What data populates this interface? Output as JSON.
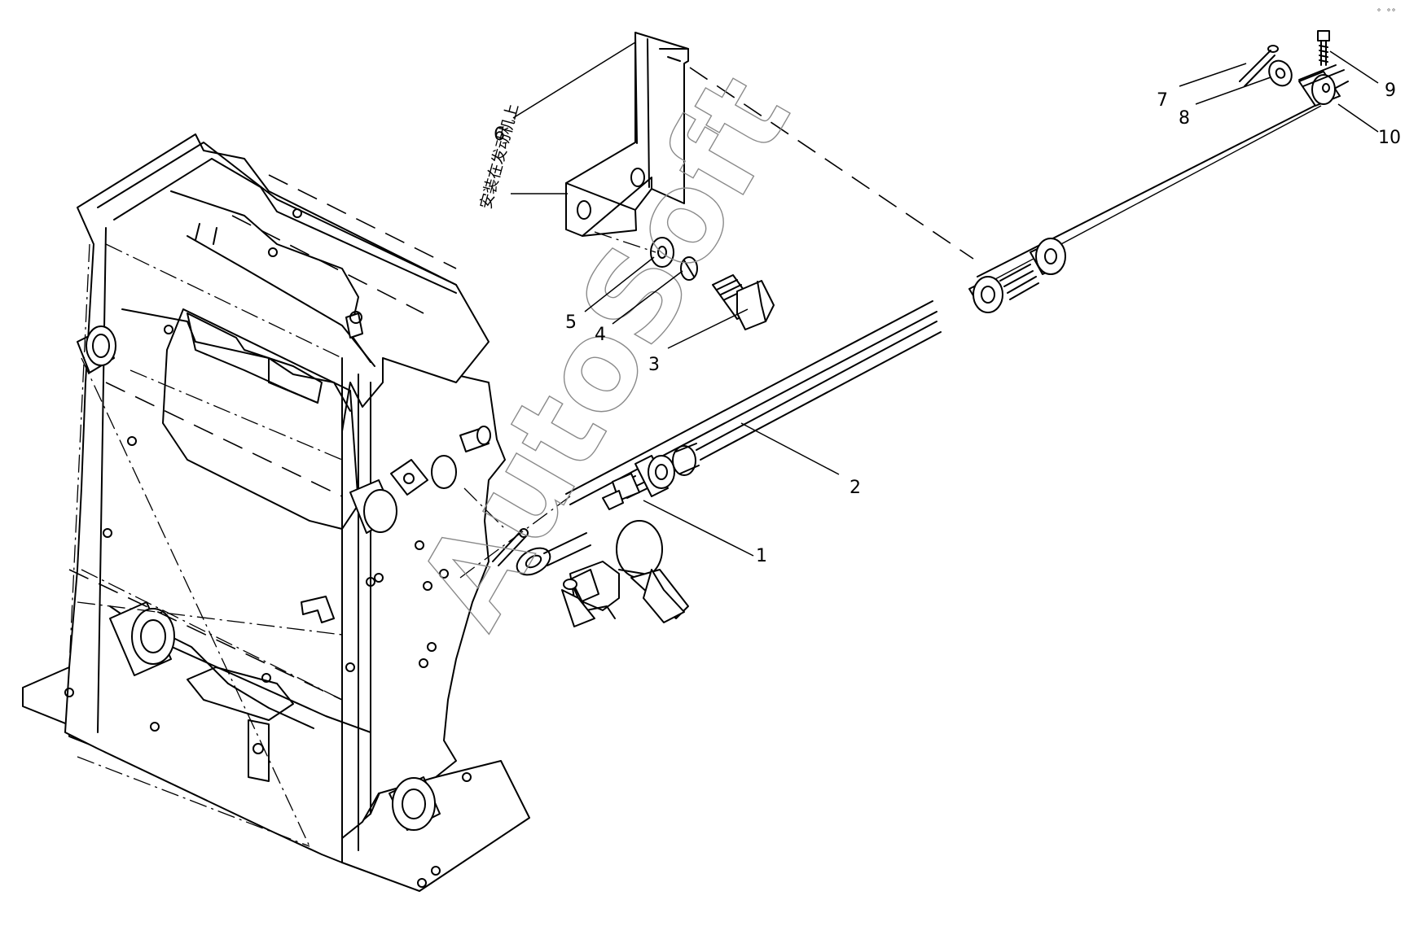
{
  "diagram": {
    "note_text": "安装在发动机上",
    "watermark": "AutoSoft",
    "corner_mark": "° °°",
    "callouts": [
      {
        "id": "1",
        "label": "1"
      },
      {
        "id": "2",
        "label": "2"
      },
      {
        "id": "3",
        "label": "3"
      },
      {
        "id": "4",
        "label": "4"
      },
      {
        "id": "5",
        "label": "5"
      },
      {
        "id": "6",
        "label": "6"
      },
      {
        "id": "7",
        "label": "7"
      },
      {
        "id": "8",
        "label": "8"
      },
      {
        "id": "9",
        "label": "9"
      },
      {
        "id": "10",
        "label": "10"
      }
    ]
  }
}
